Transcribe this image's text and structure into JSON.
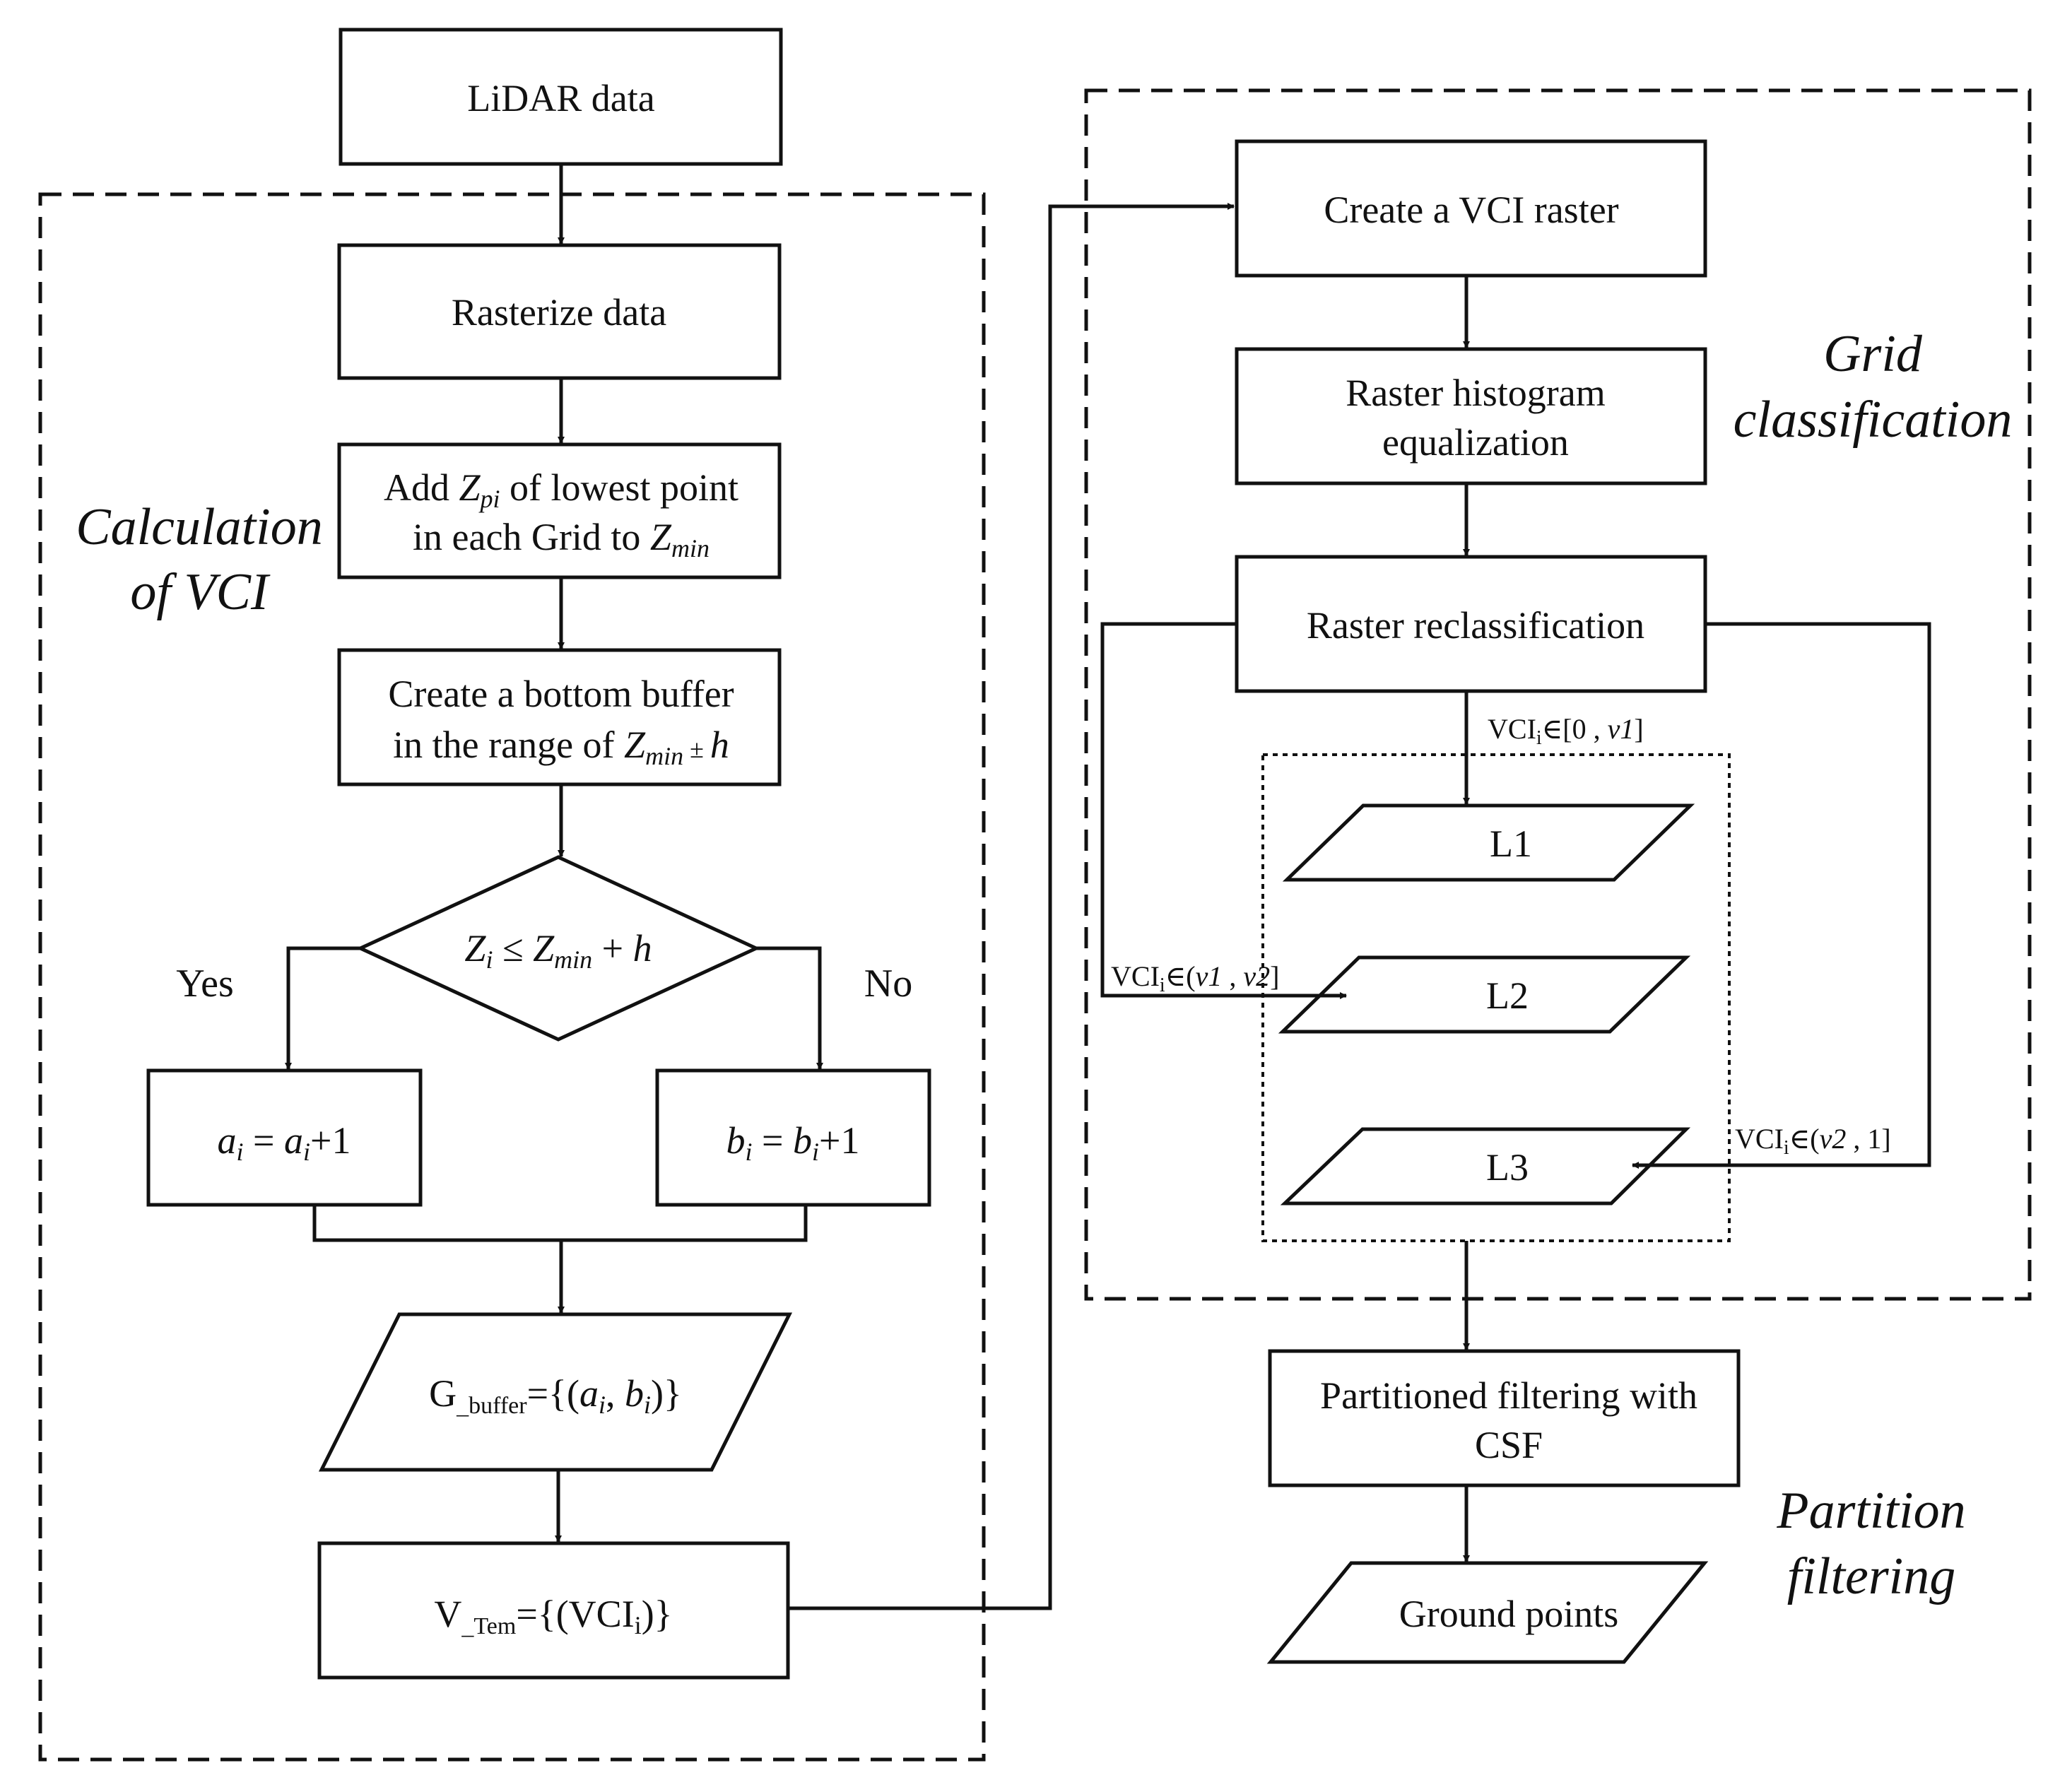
{
  "groups": {
    "vci": {
      "line1": "Calculation",
      "line2": "of VCI"
    },
    "grid": {
      "line1": "Grid",
      "line2": "classification"
    },
    "partition": {
      "line1": "Partition",
      "line2": "filtering"
    }
  },
  "left": {
    "lidar": "LiDAR data",
    "rasterize": "Rasterize data",
    "add_zpi": {
      "p1": "Add ",
      "z": "Z",
      "pi": "pi",
      "p2": " of lowest point",
      "l2a": "in each Grid to ",
      "z2": "Z",
      "min": "min"
    },
    "bottom_buffer": {
      "line1": "Create a bottom buffer",
      "l2a": "in the range of ",
      "z": "Z",
      "min": "min",
      "pm": " ± ",
      "h": "h"
    },
    "decision": {
      "z": "Z",
      "i": "i",
      "le": " ≤ ",
      "z2": "Z",
      "min": "min",
      "plus": " + ",
      "h": "h"
    },
    "yes": "Yes",
    "no": "No",
    "a_inc": {
      "a": "a",
      "i": "i",
      "eq": " = ",
      "a2": "a",
      "i2": "i",
      "plus": "+1"
    },
    "b_inc": {
      "b": "b",
      "i": "i",
      "eq": " = ",
      "b2": "b",
      "i2": "i",
      "plus": "+1"
    },
    "g_buffer": {
      "g": "G",
      "sub": "_buffer",
      "eq": "={(",
      "a": "a",
      "ai": "i",
      "comma": ", ",
      "b": "b",
      "bi": "i",
      "close": ")}"
    },
    "v_tem": {
      "v": "V",
      "sub": "_Tem",
      "eq": "={(VCI",
      "i": "i",
      "close": ")}"
    }
  },
  "right": {
    "create_raster": "Create a VCI raster",
    "histogram": {
      "line1": "Raster histogram",
      "line2": "equalization"
    },
    "reclassification": "Raster reclassification",
    "l1": "L1",
    "l2": "L2",
    "l3": "L3",
    "range1": {
      "vci": "VCI",
      "i": "i",
      "rest": "∈[0 , ",
      "v": "v1",
      "close": "]"
    },
    "range2": {
      "vci": "VCI",
      "i": "i",
      "rest": "∈(",
      "v1": "v1",
      "comma": " , ",
      "v2": "v2",
      "close": "]"
    },
    "range3": {
      "vci": "VCI",
      "i": "i",
      "rest": "∈(",
      "v2": "v2",
      "close": " , 1]"
    },
    "partitioned": {
      "line1": "Partitioned filtering with",
      "line2": "CSF"
    },
    "ground": "Ground points"
  }
}
